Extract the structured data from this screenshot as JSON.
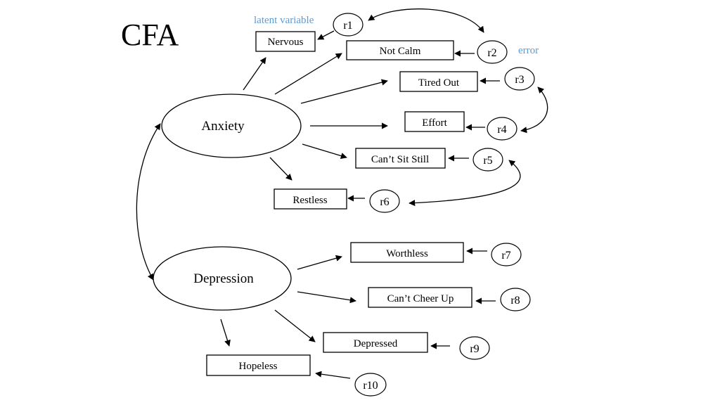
{
  "title": "CFA",
  "annotations": {
    "latent_label": "latent variable",
    "error_label": "error"
  },
  "annotation_color": "#5b9bd5",
  "latents": [
    {
      "id": "anxiety",
      "label": "Anxiety"
    },
    {
      "id": "depression",
      "label": "Depression"
    }
  ],
  "indicators": [
    {
      "id": "nervous",
      "label": "Nervous",
      "factor": "anxiety",
      "error": "r1"
    },
    {
      "id": "notcalm",
      "label": "Not Calm",
      "factor": "anxiety",
      "error": "r2"
    },
    {
      "id": "tiredout",
      "label": "Tired Out",
      "factor": "anxiety",
      "error": "r3"
    },
    {
      "id": "effort",
      "label": "Effort",
      "factor": "anxiety",
      "error": "r4"
    },
    {
      "id": "cantsit",
      "label": "Can’t Sit Still",
      "factor": "anxiety",
      "error": "r5"
    },
    {
      "id": "restless",
      "label": "Restless",
      "factor": "anxiety",
      "error": "r6"
    },
    {
      "id": "worthless",
      "label": "Worthless",
      "factor": "depression",
      "error": "r7"
    },
    {
      "id": "cheerup",
      "label": "Can’t Cheer Up",
      "factor": "depression",
      "error": "r8"
    },
    {
      "id": "depressed",
      "label": "Depressed",
      "factor": "depression",
      "error": "r9"
    },
    {
      "id": "hopeless",
      "label": "Hopeless",
      "factor": "depression",
      "error": "r10"
    }
  ],
  "error_covariances": [
    [
      "r1",
      "r2"
    ],
    [
      "r3",
      "r4"
    ],
    [
      "r5",
      "r6"
    ]
  ],
  "factor_covariances": [
    [
      "anxiety",
      "depression"
    ]
  ]
}
